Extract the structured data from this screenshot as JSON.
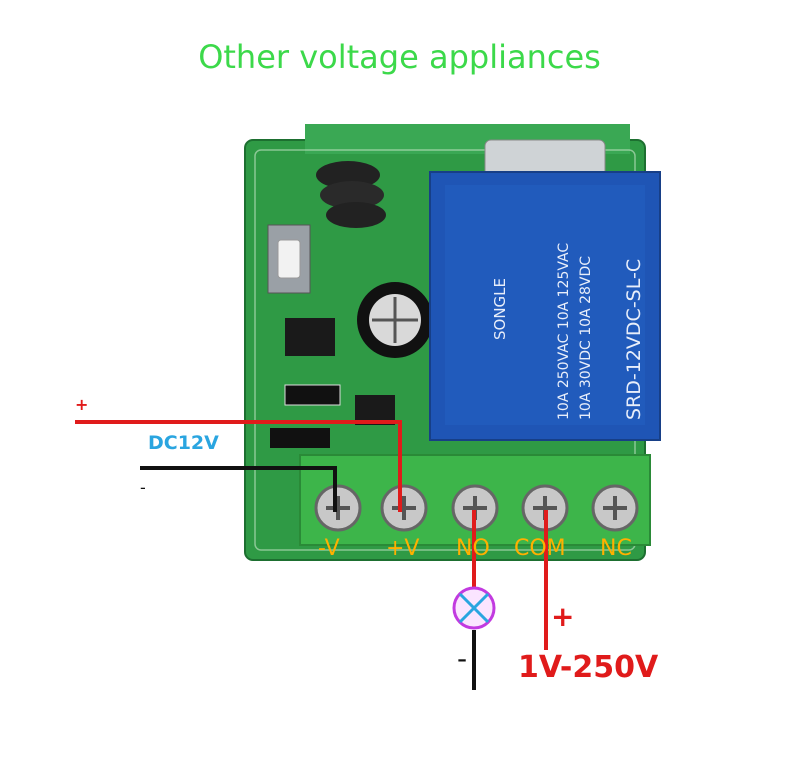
{
  "title": "Other voltage appliances",
  "input": {
    "plus": "+",
    "minus": "-",
    "label": "DC12V"
  },
  "terminals": [
    "-V",
    "+V",
    "NO",
    "COM",
    "NC"
  ],
  "output": {
    "plus": "+",
    "minus": "-",
    "voltage_range": "1V-250V"
  },
  "relay": {
    "brand": "SONGLE",
    "model": "SRD-12VDC-SL-C",
    "rating_1": "10A 250VAC  10A 125VAC",
    "rating_2": "10A 30VDC   10A 28VDC"
  },
  "colors": {
    "title": "#3cd94a",
    "label_blue": "#2aa5e0",
    "wire_red": "#e01b1b",
    "wire_black": "#111111",
    "terminal_text": "#ffb000",
    "pcb": "#2f9a45",
    "relay": "#1f55b5"
  }
}
